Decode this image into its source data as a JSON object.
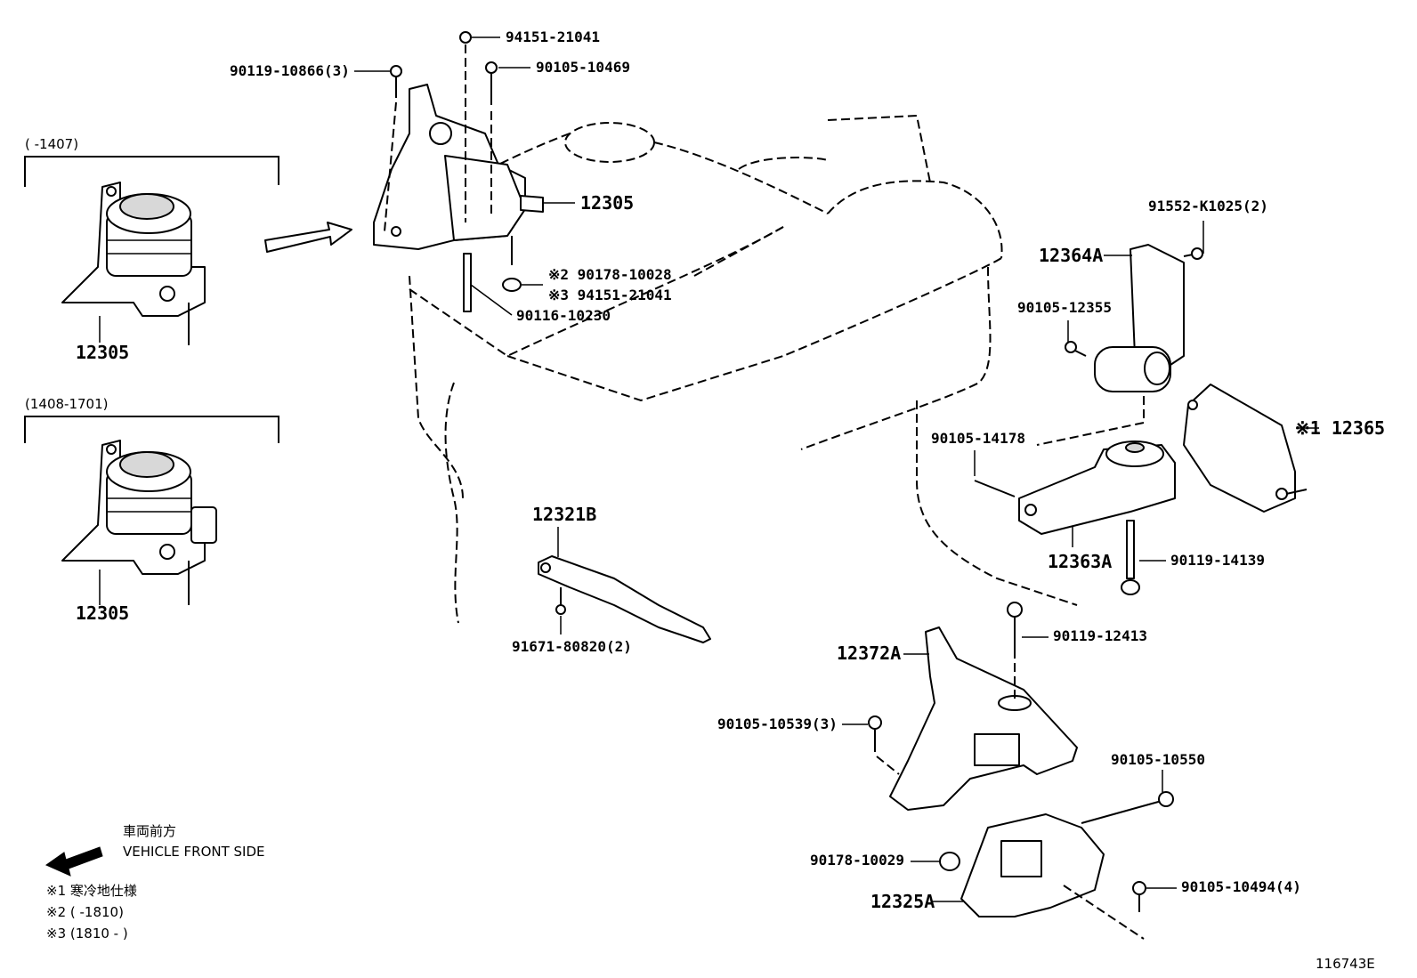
{
  "parts": {
    "p1": "94151-21041",
    "p2": "90119-10866(3)",
    "p3": "90105-10469",
    "p4": "12305",
    "p5": "※2 90178-10028",
    "p6": "※3 94151-21041",
    "p7": "90116-10230",
    "p8": "91552-K1025(2)",
    "p9": "12364A",
    "p10": "90105-12355",
    "p11": "90105-14178",
    "p12": "※1 12365",
    "p13": "12363A",
    "p14": "90119-14139",
    "p15": "12321B",
    "p16": "91671-80820(2)",
    "p17": "90119-12413",
    "p18": "12372A",
    "p19": "90105-10539(3)",
    "p20": "90105-10550",
    "p21": "90178-10029",
    "p22": "12325A",
    "p23": "90105-10494(4)"
  },
  "variants": [
    {
      "range": "(     -1407)",
      "part": "12305"
    },
    {
      "range": "(1408-1701)",
      "part": "12305"
    }
  ],
  "direction": {
    "jp": "車両前方",
    "en": "VEHICLE FRONT SIDE"
  },
  "notes": [
    "※1 寒冷地仕様",
    "※2 (      -1810)",
    "※3 (1810 -      )"
  ],
  "figure_id": "116743E"
}
